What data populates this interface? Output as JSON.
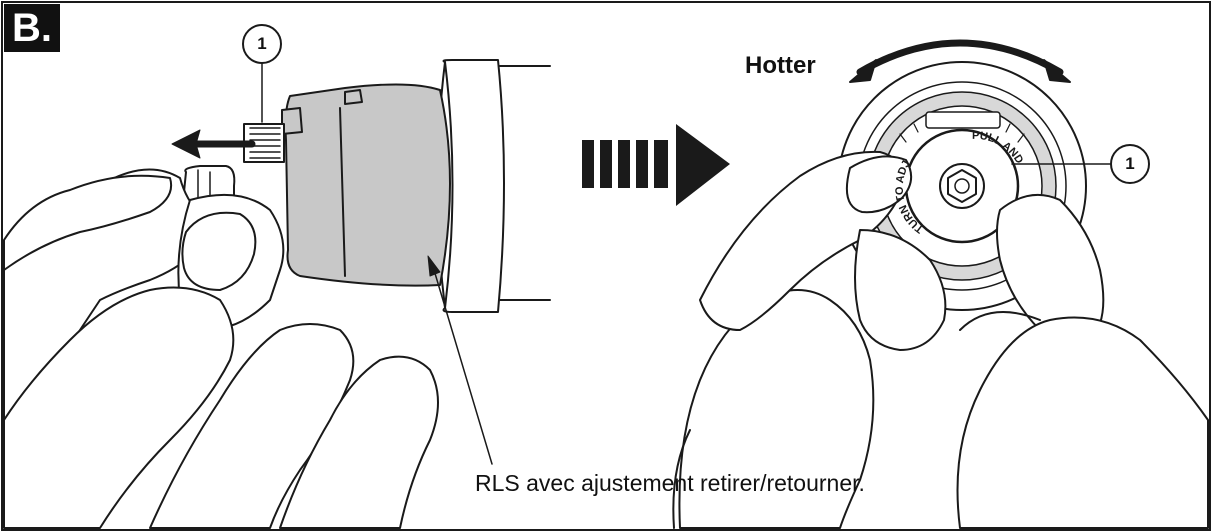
{
  "panel": {
    "label": "B."
  },
  "labels": {
    "hotter": "Hotter",
    "caption": "RLS avec ajustement retirer/retourner.",
    "knob_text": "PULL AND TURN TO ADJUST"
  },
  "callouts": [
    "1",
    "1"
  ],
  "colors": {
    "outline": "#1a1a1a",
    "cartridge_fill": "#c8c8c8",
    "badge": "#111111",
    "background": "#ffffff"
  }
}
